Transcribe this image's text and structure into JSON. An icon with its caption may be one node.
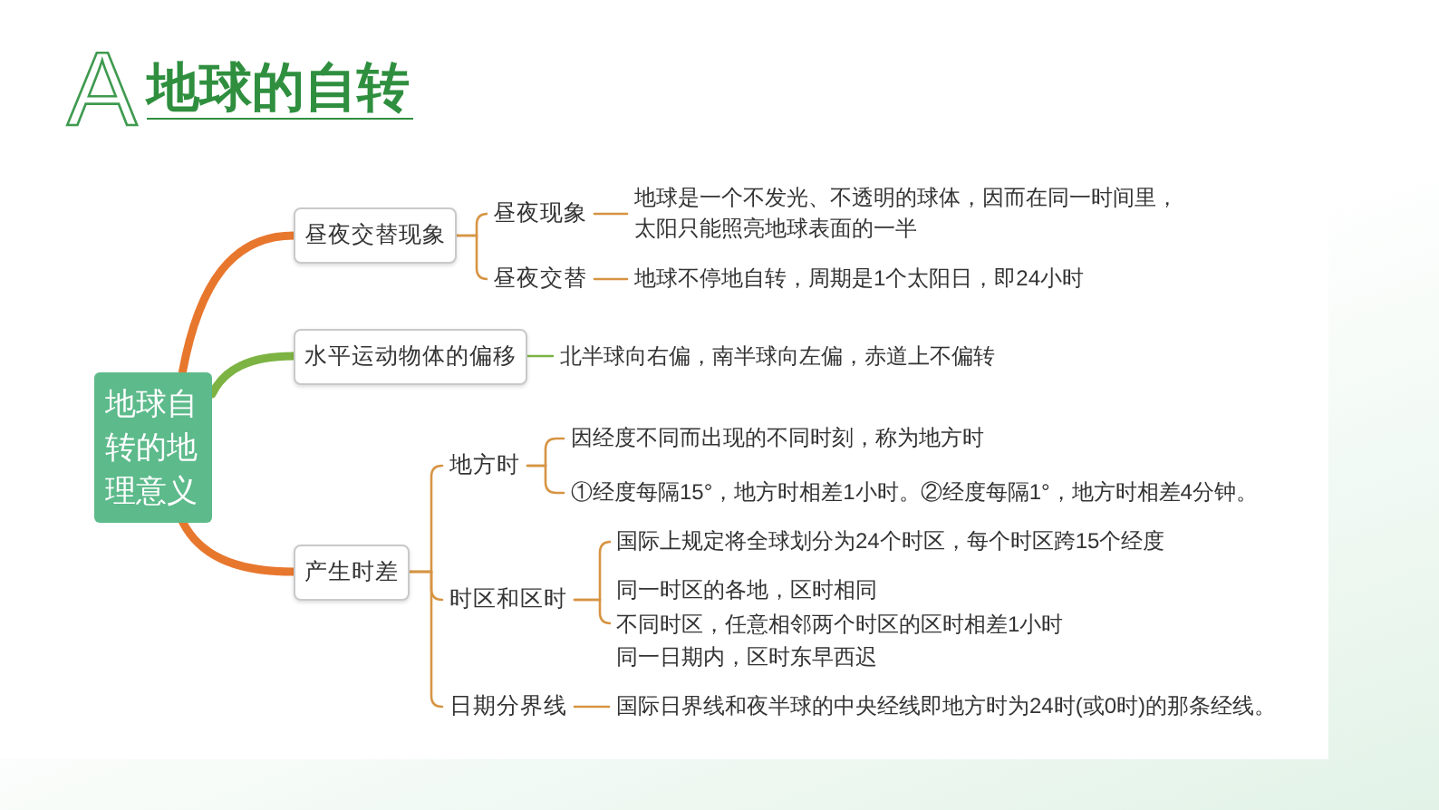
{
  "diagram": {
    "title": "地球的自转",
    "nodes": [
      {
        "text": [
          "地球自转的地理意义"
        ]
      },
      {
        "text": [
          "昼夜交替现象"
        ]
      },
      {
        "text": [
          "昼夜现象"
        ]
      },
      {
        "text": [
          "地球是一个不发光、不透明的球体，因而在同一时间里，太阳只能照亮地球表面的一半"
        ]
      },
      {
        "text": [
          "昼夜交替"
        ]
      },
      {
        "text": [
          "地球不停地自转，周期是1个太阳日，即24小时"
        ]
      },
      {
        "text": [
          "水平运动物体的偏移"
        ]
      },
      {
        "text": [
          "北半球向右偏，南半球向左偏，赤道上不偏转"
        ]
      },
      {
        "text": [
          "产生时差"
        ]
      },
      {
        "text": [
          "地方时"
        ]
      },
      {
        "text": [
          "因经度不同而出现的不同时刻，称为地方时"
        ]
      },
      {
        "text": [
          "①经度每隔15°，地方时相差1小时。②经度每隔1°，地方时相差4分钟。"
        ]
      },
      {
        "text": [
          "时区和区时"
        ]
      },
      {
        "text": [
          "国际上规定将全球划分为24个时区，每个时区跨15个经度"
        ]
      },
      {
        "text": [
          "同一时区的各地，区时相同",
          "不同时区，任意相邻两个时区的区时相差1小时",
          "同一日期内，区时东早西迟"
        ]
      },
      {
        "text": [
          "日期分界线"
        ]
      },
      {
        "text": [
          "国际日界线和夜半球的中央经线即地方时为24时(或0时)的那条经线。"
        ]
      }
    ],
    "edges": [
      {
        "from": 0,
        "to": 1,
        "arrow": "none",
        "style": "thick",
        "color": "#e8772e"
      },
      {
        "from": 0,
        "to": 6,
        "arrow": "none",
        "style": "thick",
        "color": "#7cb342"
      },
      {
        "from": 0,
        "to": 8,
        "arrow": "none",
        "style": "thick",
        "color": "#e8772e"
      },
      {
        "from": 1,
        "to": 2,
        "arrow": "none"
      },
      {
        "from": 1,
        "to": 4,
        "arrow": "none"
      },
      {
        "from": 2,
        "to": 3,
        "arrow": "none"
      },
      {
        "from": 4,
        "to": 5,
        "arrow": "none"
      },
      {
        "from": 6,
        "to": 7,
        "arrow": "none",
        "color": "#7cb342"
      },
      {
        "from": 8,
        "to": 9,
        "arrow": "none"
      },
      {
        "from": 8,
        "to": 12,
        "arrow": "none"
      },
      {
        "from": 8,
        "to": 15,
        "arrow": "none"
      },
      {
        "from": 9,
        "to": 10,
        "arrow": "none"
      },
      {
        "from": 9,
        "to": 11,
        "arrow": "none"
      },
      {
        "from": 12,
        "to": 13,
        "arrow": "none"
      },
      {
        "from": 12,
        "to": 14,
        "arrow": "none"
      },
      {
        "from": 15,
        "to": 16,
        "arrow": "none"
      }
    ],
    "labels": [
      "A"
    ]
  }
}
